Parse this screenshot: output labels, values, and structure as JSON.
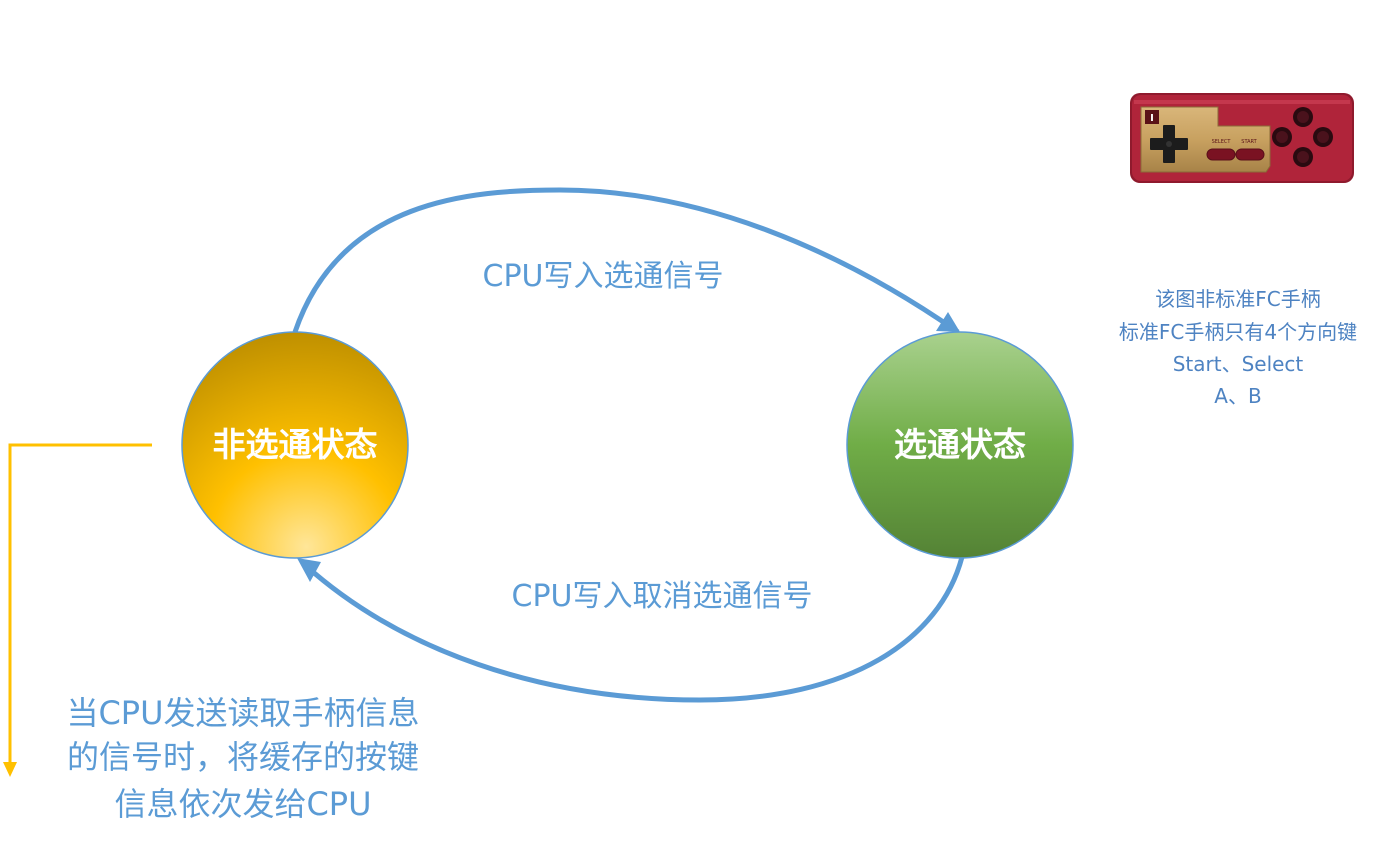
{
  "states": {
    "non_strobe": {
      "label": "非选通状态"
    },
    "strobe": {
      "label": "选通状态"
    }
  },
  "transitions": {
    "write_strobe": {
      "label": "CPU写入选通信号"
    },
    "write_cancel": {
      "label": "CPU写入取消选通信号"
    }
  },
  "controller_note": {
    "lines": [
      "该图非标准FC手柄",
      "标准FC手柄只有4个方向键",
      "Start、Select",
      "A、B"
    ]
  },
  "output_note": {
    "lines": [
      "当CPU发送读取手柄信息",
      "的信号时，将缓存的按键",
      "信息依次发给CPU"
    ]
  },
  "controller_image": {
    "badge": "I",
    "select_label": "SELECT",
    "start_label": "START"
  },
  "colors": {
    "arrow_blue": "#5b9bd5",
    "output_arrow": "#ffc000",
    "non_strobe_dark": "#bf9000",
    "non_strobe_mid": "#ffc000",
    "non_strobe_light": "#ffe699",
    "strobe_light": "#a9d18e",
    "strobe_mid": "#70ad47",
    "strobe_dark": "#548235",
    "controller_red": "#b0243a"
  }
}
